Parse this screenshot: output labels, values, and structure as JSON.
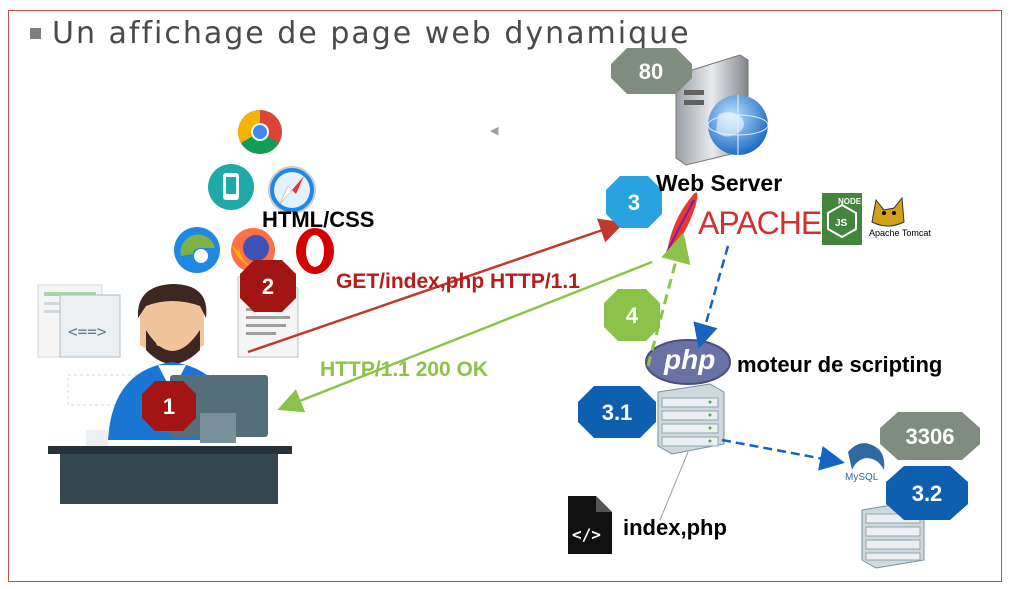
{
  "slide": {
    "title": "Un affichage de page web dynamique"
  },
  "labels": {
    "html_css": "HTML/CSS",
    "request": "GET/index,php HTTP/1.1",
    "response": "HTTP/1.1 200 OK",
    "web_server": "Web Server",
    "apache": "APACHE",
    "scripting_engine": "moteur de scripting",
    "php_logo": "php",
    "script_file": "index,php",
    "node_logo": "NODE",
    "tomcat_logo": "Apache Tomcat",
    "mysql_logo": "MySQL"
  },
  "badges": {
    "port_http": "80",
    "port_mysql": "3306",
    "step_1": "1",
    "step_2": "2",
    "step_3": "3",
    "step_4": "4",
    "step_3_1": "3.1",
    "step_3_2": "3.2"
  },
  "colors": {
    "frame": "#c0504d",
    "request_arrow": "#c0392b",
    "response_arrow": "#8bc34a",
    "to_php_arrow": "#1565c0",
    "from_php_arrow": "#8bc34a",
    "to_db_arrow": "#1565c0",
    "badge_port": "#7f8c7f",
    "badge_step_client": "#a31515",
    "badge_step_server": "#29a3e0",
    "badge_step_green": "#8bc34a",
    "badge_step_blue": "#0d5fb0"
  },
  "icons": [
    "chrome-icon",
    "mobile-icon",
    "safari-icon",
    "edge-icon",
    "firefox-icon",
    "opera-icon",
    "server-globe-icon",
    "apache-feather-icon",
    "nodejs-icon",
    "tomcat-icon",
    "php-logo-icon",
    "server-rack-icon",
    "code-file-icon",
    "mysql-dolphin-icon",
    "database-server-icon",
    "developer-icon",
    "document-icon"
  ]
}
